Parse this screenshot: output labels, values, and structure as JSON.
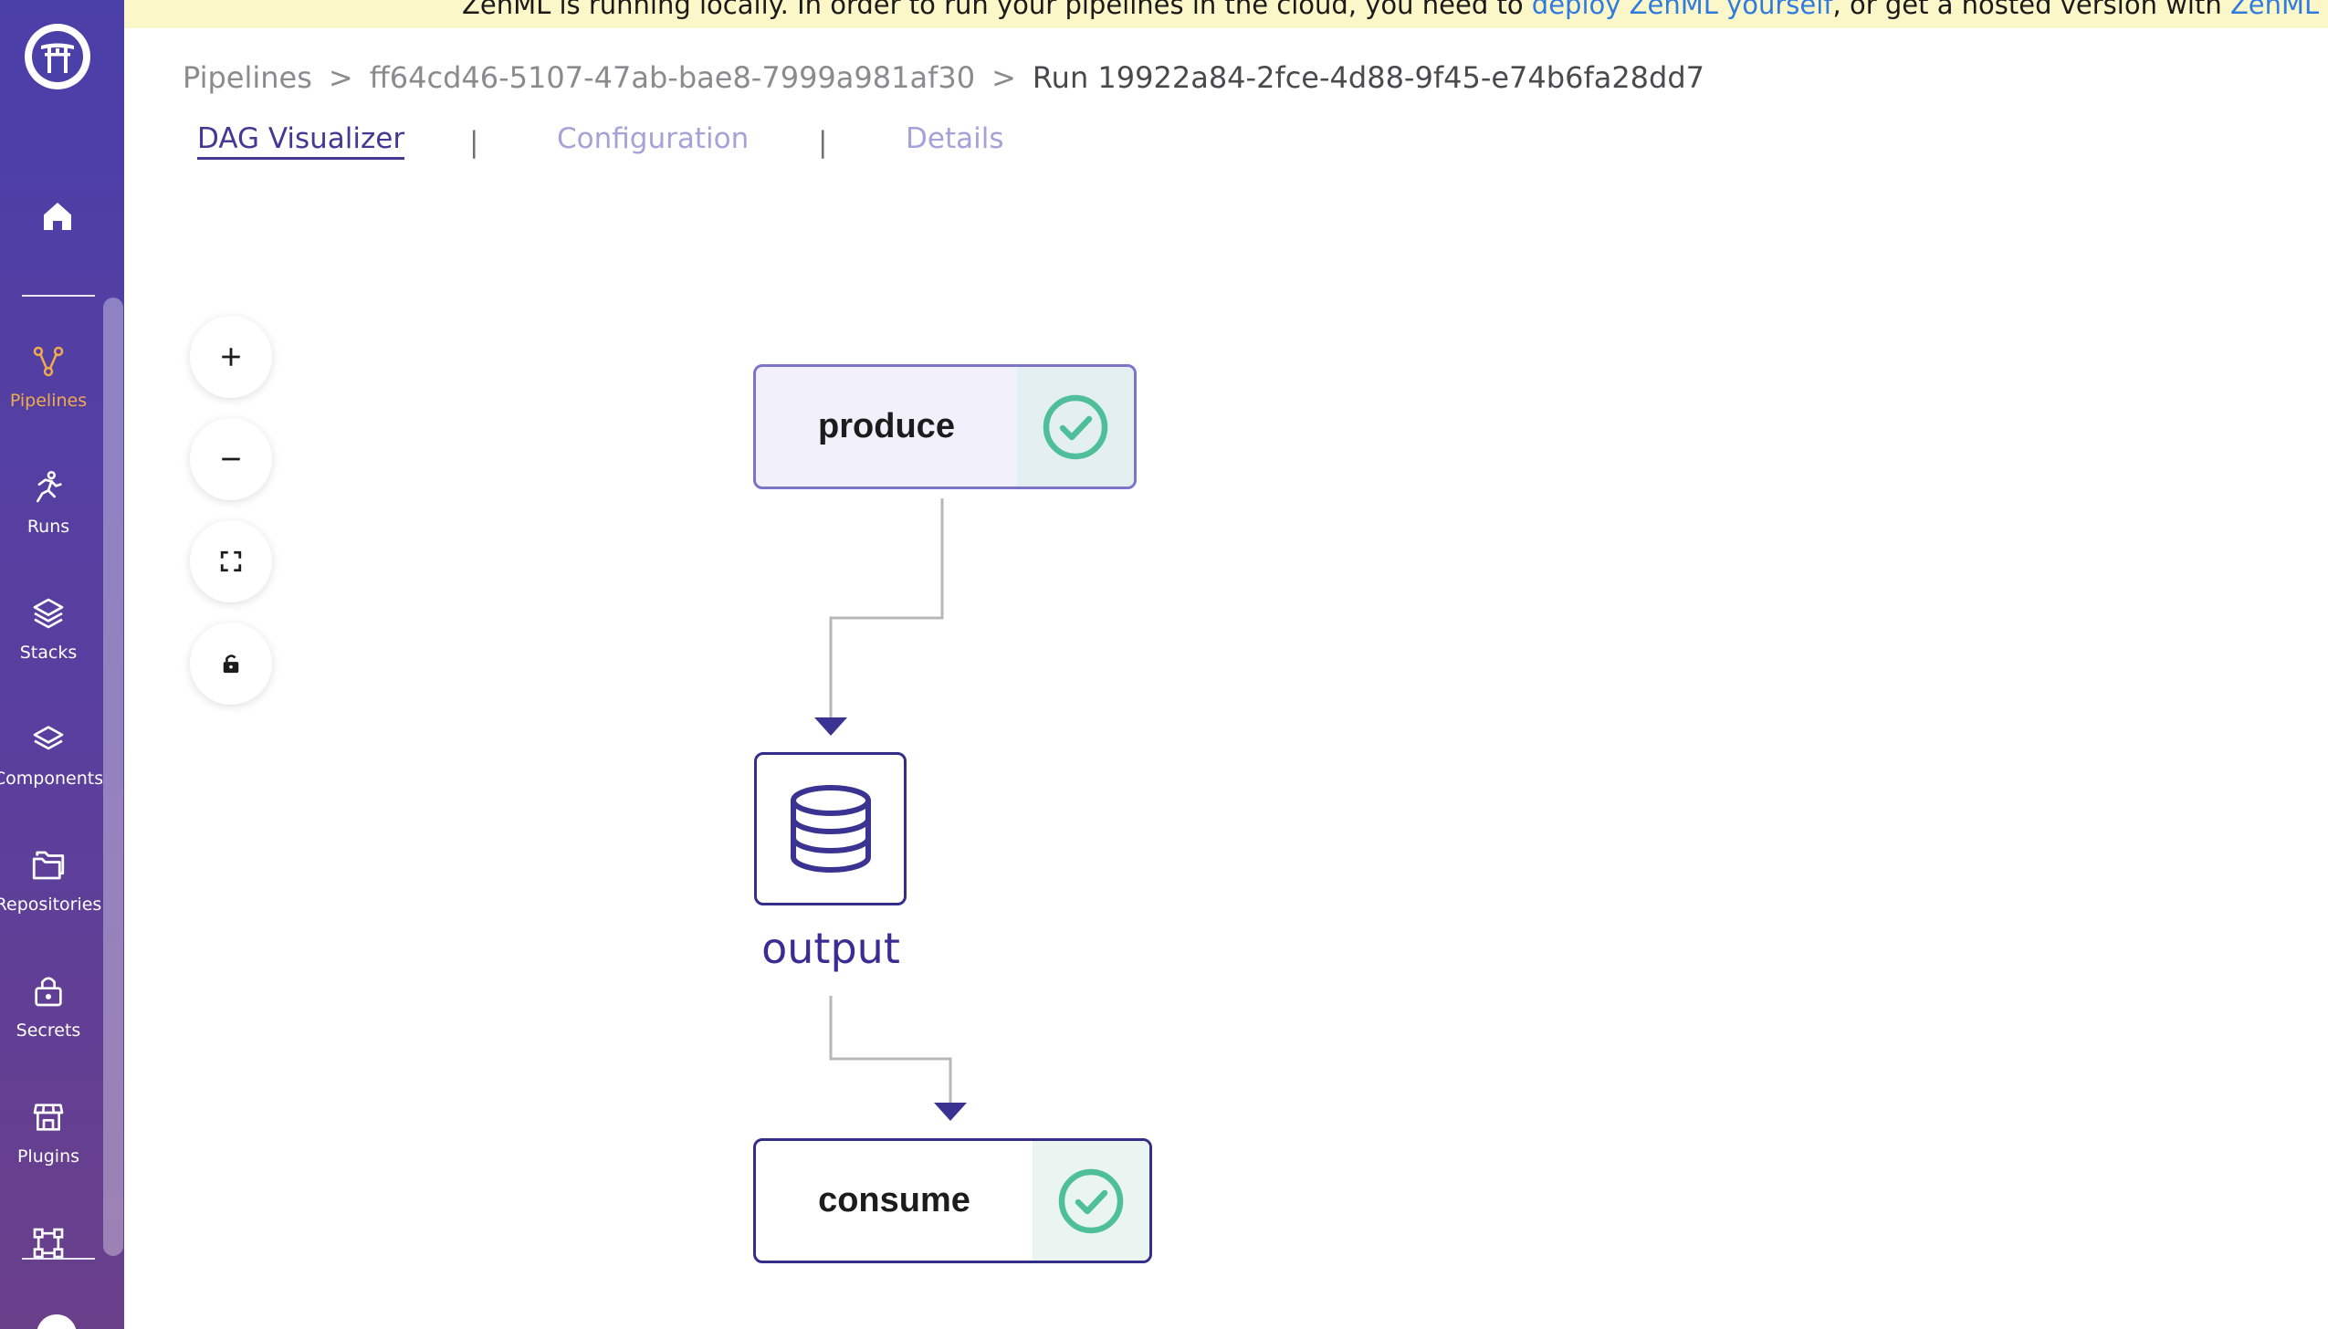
{
  "banner": {
    "text_before": "ZenML is running locally. In order to run your pipelines in the cloud, you need to ",
    "link1": "deploy ZenML yourself",
    "text_middle": ", or get a hosted version with ",
    "link2": "ZenML"
  },
  "sidebar": {
    "logo_icon": "zenml-torii-logo",
    "home_icon": "home-icon",
    "items": [
      {
        "label": "Pipelines",
        "icon": "pipelines-icon",
        "active": true
      },
      {
        "label": "Runs",
        "icon": "runner-icon"
      },
      {
        "label": "Stacks",
        "icon": "stacks-icon"
      },
      {
        "label": "Components",
        "icon": "components-icon"
      },
      {
        "label": "Repositories",
        "icon": "folder-icon"
      },
      {
        "label": "Secrets",
        "icon": "lock-icon"
      },
      {
        "label": "Plugins",
        "icon": "store-icon"
      },
      {
        "label": "",
        "icon": "flow-icon"
      }
    ]
  },
  "breadcrumb": {
    "items": [
      "Pipelines",
      "ff64cd46-5107-47ab-bae8-7999a981af30",
      "Run 19922a84-2fce-4d88-9f45-e74b6fa28dd7"
    ],
    "separator": ">"
  },
  "tabs": {
    "items": [
      "DAG Visualizer",
      "Configuration",
      "Details"
    ],
    "separator": "|",
    "active": "DAG Visualizer"
  },
  "controls": [
    "zoom-in-icon",
    "zoom-out-icon",
    "fit-view-icon",
    "lock-icon"
  ],
  "dag": {
    "steps": [
      {
        "name": "produce",
        "status": "completed"
      },
      {
        "name": "consume",
        "status": "completed"
      }
    ],
    "artifact": {
      "name": "output",
      "icon": "database-icon"
    }
  },
  "colors": {
    "sidebar_top": "#4b3fa8",
    "sidebar_bottom": "#6a3f8a",
    "active_nav": "#f2a94e",
    "banner_bg": "#fbf7c8",
    "link": "#2f7be0",
    "primary": "#433894",
    "success": "#4fbf9a",
    "edge": "#b7b7b7",
    "arrow": "#3b3391"
  }
}
